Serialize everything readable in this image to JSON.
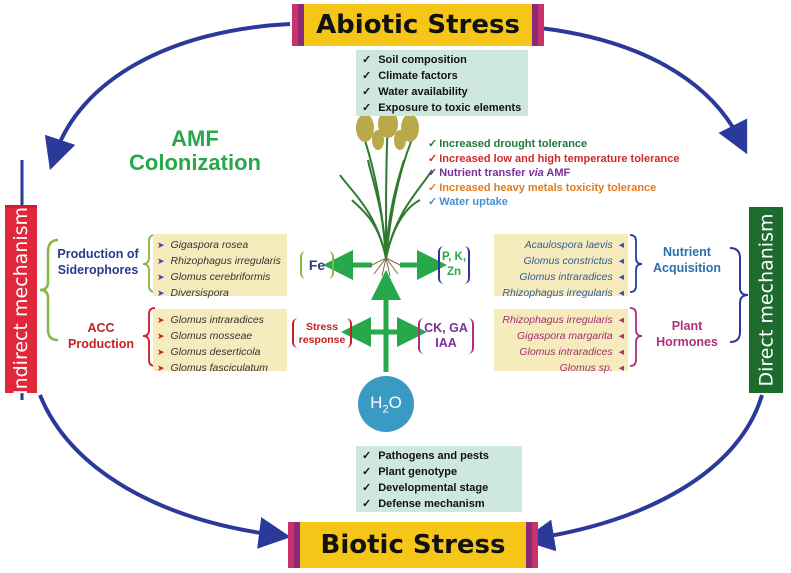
{
  "abiotic": {
    "title": "Abiotic Stress",
    "factors": [
      "Soil composition",
      "Climate factors",
      "Water availability",
      "Exposure to toxic elements"
    ]
  },
  "biotic": {
    "title": "Biotic Stress",
    "factors": [
      "Pathogens and pests",
      "Plant genotype",
      "Developmental stage",
      "Defense mechanism"
    ]
  },
  "indirect": {
    "title": "Indirect mechanism"
  },
  "direct": {
    "title": "Direct mechanism"
  },
  "amf": {
    "line1": "AMF",
    "line2": "Colonization"
  },
  "effects": [
    {
      "text": "Increased drought tolerance",
      "color": "#1f7a3a"
    },
    {
      "text": "Increased low and high temperature tolerance",
      "color": "#d12a2a"
    },
    {
      "text_a": "Nutrient transfer ",
      "text_b": "via",
      "text_c": " AMF",
      "color": "#7b2f9a"
    },
    {
      "text": "Increased heavy metals toxicity tolerance",
      "color": "#e07b20"
    },
    {
      "text": "Water uptake",
      "color": "#4a8fd0"
    }
  ],
  "siderophores": {
    "label_line1": "Production of",
    "label_line2": "Siderophores",
    "species": [
      "Gigaspora rosea",
      "Rhizophagus irregularis",
      "Glomus cerebriformis",
      "Diversispora"
    ]
  },
  "acc": {
    "label_line1": "ACC",
    "label_line2": "Production",
    "species": [
      "Glomus intraradices",
      "Glomus mosseae",
      "Glomus deserticola",
      "Glomus fasciculatum"
    ]
  },
  "fe": {
    "label": "Fe"
  },
  "stress_response": {
    "line1": "Stress",
    "line2": "response"
  },
  "pkzn": {
    "line1": "P, K,",
    "line2": "Zn"
  },
  "hormones_box": {
    "line1": "CK, GA",
    "line2": "IAA"
  },
  "nutrient": {
    "label_line1": "Nutrient",
    "label_line2": "Acquisition",
    "species": [
      "Acaulospora laevis",
      "Glomus constrictus",
      "Glomus intraradices",
      "Rhizophagus irregularis"
    ]
  },
  "plant_hormones": {
    "label_line1": "Plant",
    "label_line2": "Hormones",
    "species": [
      "Rhizophagus irregularis",
      "Gigaspora margarita",
      "Glomus intraradices",
      "Glomus sp."
    ]
  },
  "water": {
    "main": "H",
    "sub": "2",
    "tail": "O"
  },
  "colors": {
    "banner": "#f5c518",
    "indirect": "#e0283a",
    "direct": "#1e6b2e",
    "cycle_arrow": "#2b3a9a",
    "amf": "#27a84a"
  }
}
